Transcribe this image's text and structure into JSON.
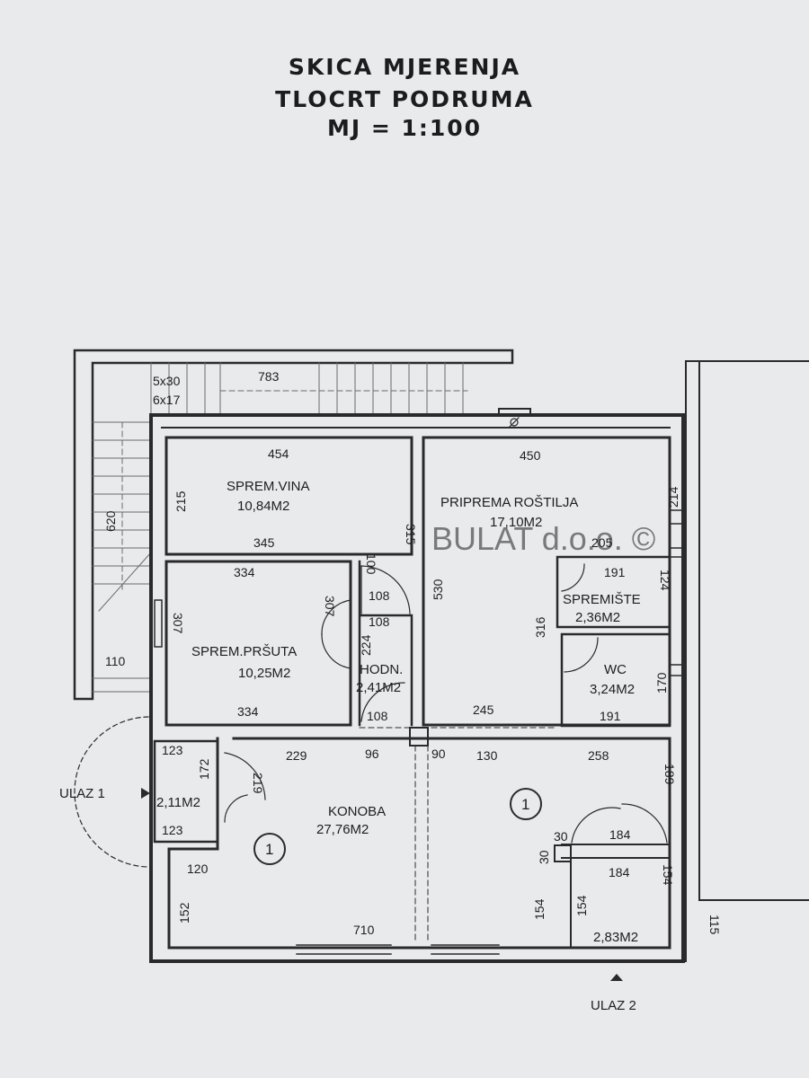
{
  "title": {
    "line1": "SKICA MJERENJA",
    "line2": "TLOCRT PODRUMA",
    "line3": "MJ = 1:100"
  },
  "watermark": "BULAT d.o.o. ©",
  "rooms": {
    "wine": {
      "name": "SPREM.VINA",
      "area": "10,84M2"
    },
    "grill": {
      "name": "PRIPREMA ROŠTILJA",
      "area": "17,10M2"
    },
    "storage": {
      "name": "SPREMIŠTE",
      "area": "2,36M2"
    },
    "ham": {
      "name": "SPREM.PRŠUTA",
      "area": "10,25M2"
    },
    "hall": {
      "name": "HODN.",
      "area": "2,41M2"
    },
    "wc": {
      "name": "WC",
      "area": "3,24M2"
    },
    "entry_small": {
      "area": "2,11M2"
    },
    "konoba": {
      "name": "KONOBA",
      "area": "27,76M2"
    },
    "small_room": {
      "area": "2,83M2"
    }
  },
  "entrances": {
    "ulaz1": "ULAZ 1",
    "ulaz2": "ULAZ 2"
  },
  "markers": {
    "m1": "1",
    "m2": "1"
  },
  "stair_notes": {
    "a": "5x30",
    "b": "6x17"
  },
  "dims": {
    "d783": "783",
    "d454": "454",
    "d450": "450",
    "d215": "215",
    "d315": "315",
    "d345": "345",
    "d214": "214",
    "d205": "205",
    "d620": "620",
    "d334a": "334",
    "d100": "100",
    "d108a": "108",
    "d108b": "108",
    "d191a": "191",
    "d124": "124",
    "d307a": "307",
    "d307b": "307",
    "d530": "530",
    "d224": "224",
    "d316": "316",
    "d110": "110",
    "d170": "170",
    "d334b": "334",
    "d108c": "108",
    "d245": "245",
    "d191b": "191",
    "d123a": "123",
    "d229": "229",
    "d96": "96",
    "d90": "90",
    "d130": "130",
    "d258": "258",
    "d172": "172",
    "d219": "219",
    "d189": "189",
    "d123b": "123",
    "d30a": "30",
    "d184a": "184",
    "d120": "120",
    "d30b": "30",
    "d184b": "184",
    "d152": "152",
    "d154a": "154",
    "d154b": "154",
    "d154c": "154",
    "d710": "710",
    "d115": "115"
  }
}
